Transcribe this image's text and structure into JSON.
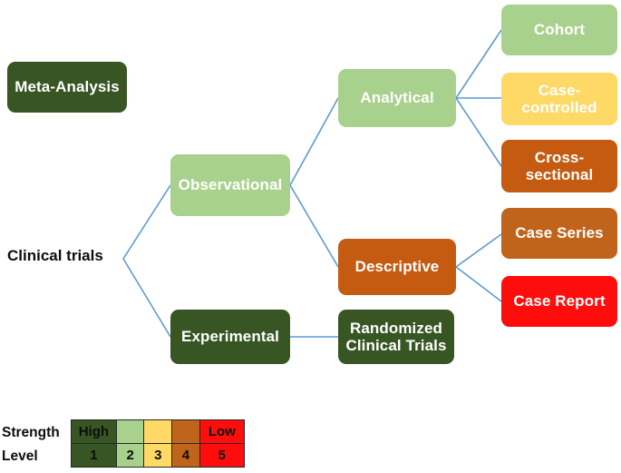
{
  "diagram": {
    "root_label": "Clinical trials",
    "nodes": [
      {
        "id": "meta-analysis",
        "label": "Meta-Analysis",
        "color": "#375623",
        "level": 1
      },
      {
        "id": "observational",
        "label": "Observational",
        "color": "#A9D18E",
        "level": 2
      },
      {
        "id": "experimental",
        "label": "Experimental",
        "color": "#375623",
        "level": 1
      },
      {
        "id": "analytical",
        "label": "Analytical",
        "color": "#A9D18E",
        "level": 2
      },
      {
        "id": "descriptive",
        "label": "Descriptive",
        "color": "#C55A11",
        "level": 4
      },
      {
        "id": "randomized-clinical-trials",
        "label": "Randomized\nClinical Trials",
        "color": "#375623",
        "level": 1
      },
      {
        "id": "cohort",
        "label": "Cohort",
        "color": "#A9D18E",
        "level": 2
      },
      {
        "id": "case-controlled",
        "label": "Case-\ncontrolled",
        "color": "#FFD966",
        "level": 3
      },
      {
        "id": "cross-sectional",
        "label": "Cross-\nsectional",
        "color": "#C55A11",
        "level": 4
      },
      {
        "id": "case-series",
        "label": "Case Series",
        "color": "#C0641B",
        "level": 4
      },
      {
        "id": "case-report",
        "label": "Case Report",
        "color": "#FF0D0D",
        "level": 5
      }
    ],
    "connector_color": "#5B9BD5"
  },
  "legend": {
    "row_labels": [
      "Strength",
      "Level"
    ],
    "strength_cells": [
      "High",
      "",
      "",
      "",
      "Low"
    ],
    "level_cells": [
      "1",
      "2",
      "3",
      "4",
      "5"
    ],
    "cell_colors": [
      "#375623",
      "#A9D18E",
      "#FFD966",
      "#C0641B",
      "#FF0D0D"
    ]
  }
}
